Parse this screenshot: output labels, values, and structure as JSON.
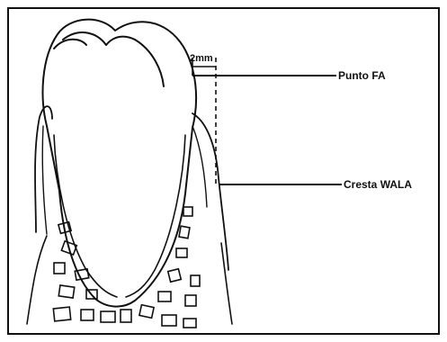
{
  "diagram": {
    "labels": {
      "fa_point": "Punto FA",
      "wala_ridge": "Cresta WALA",
      "distance": "2mm"
    }
  }
}
